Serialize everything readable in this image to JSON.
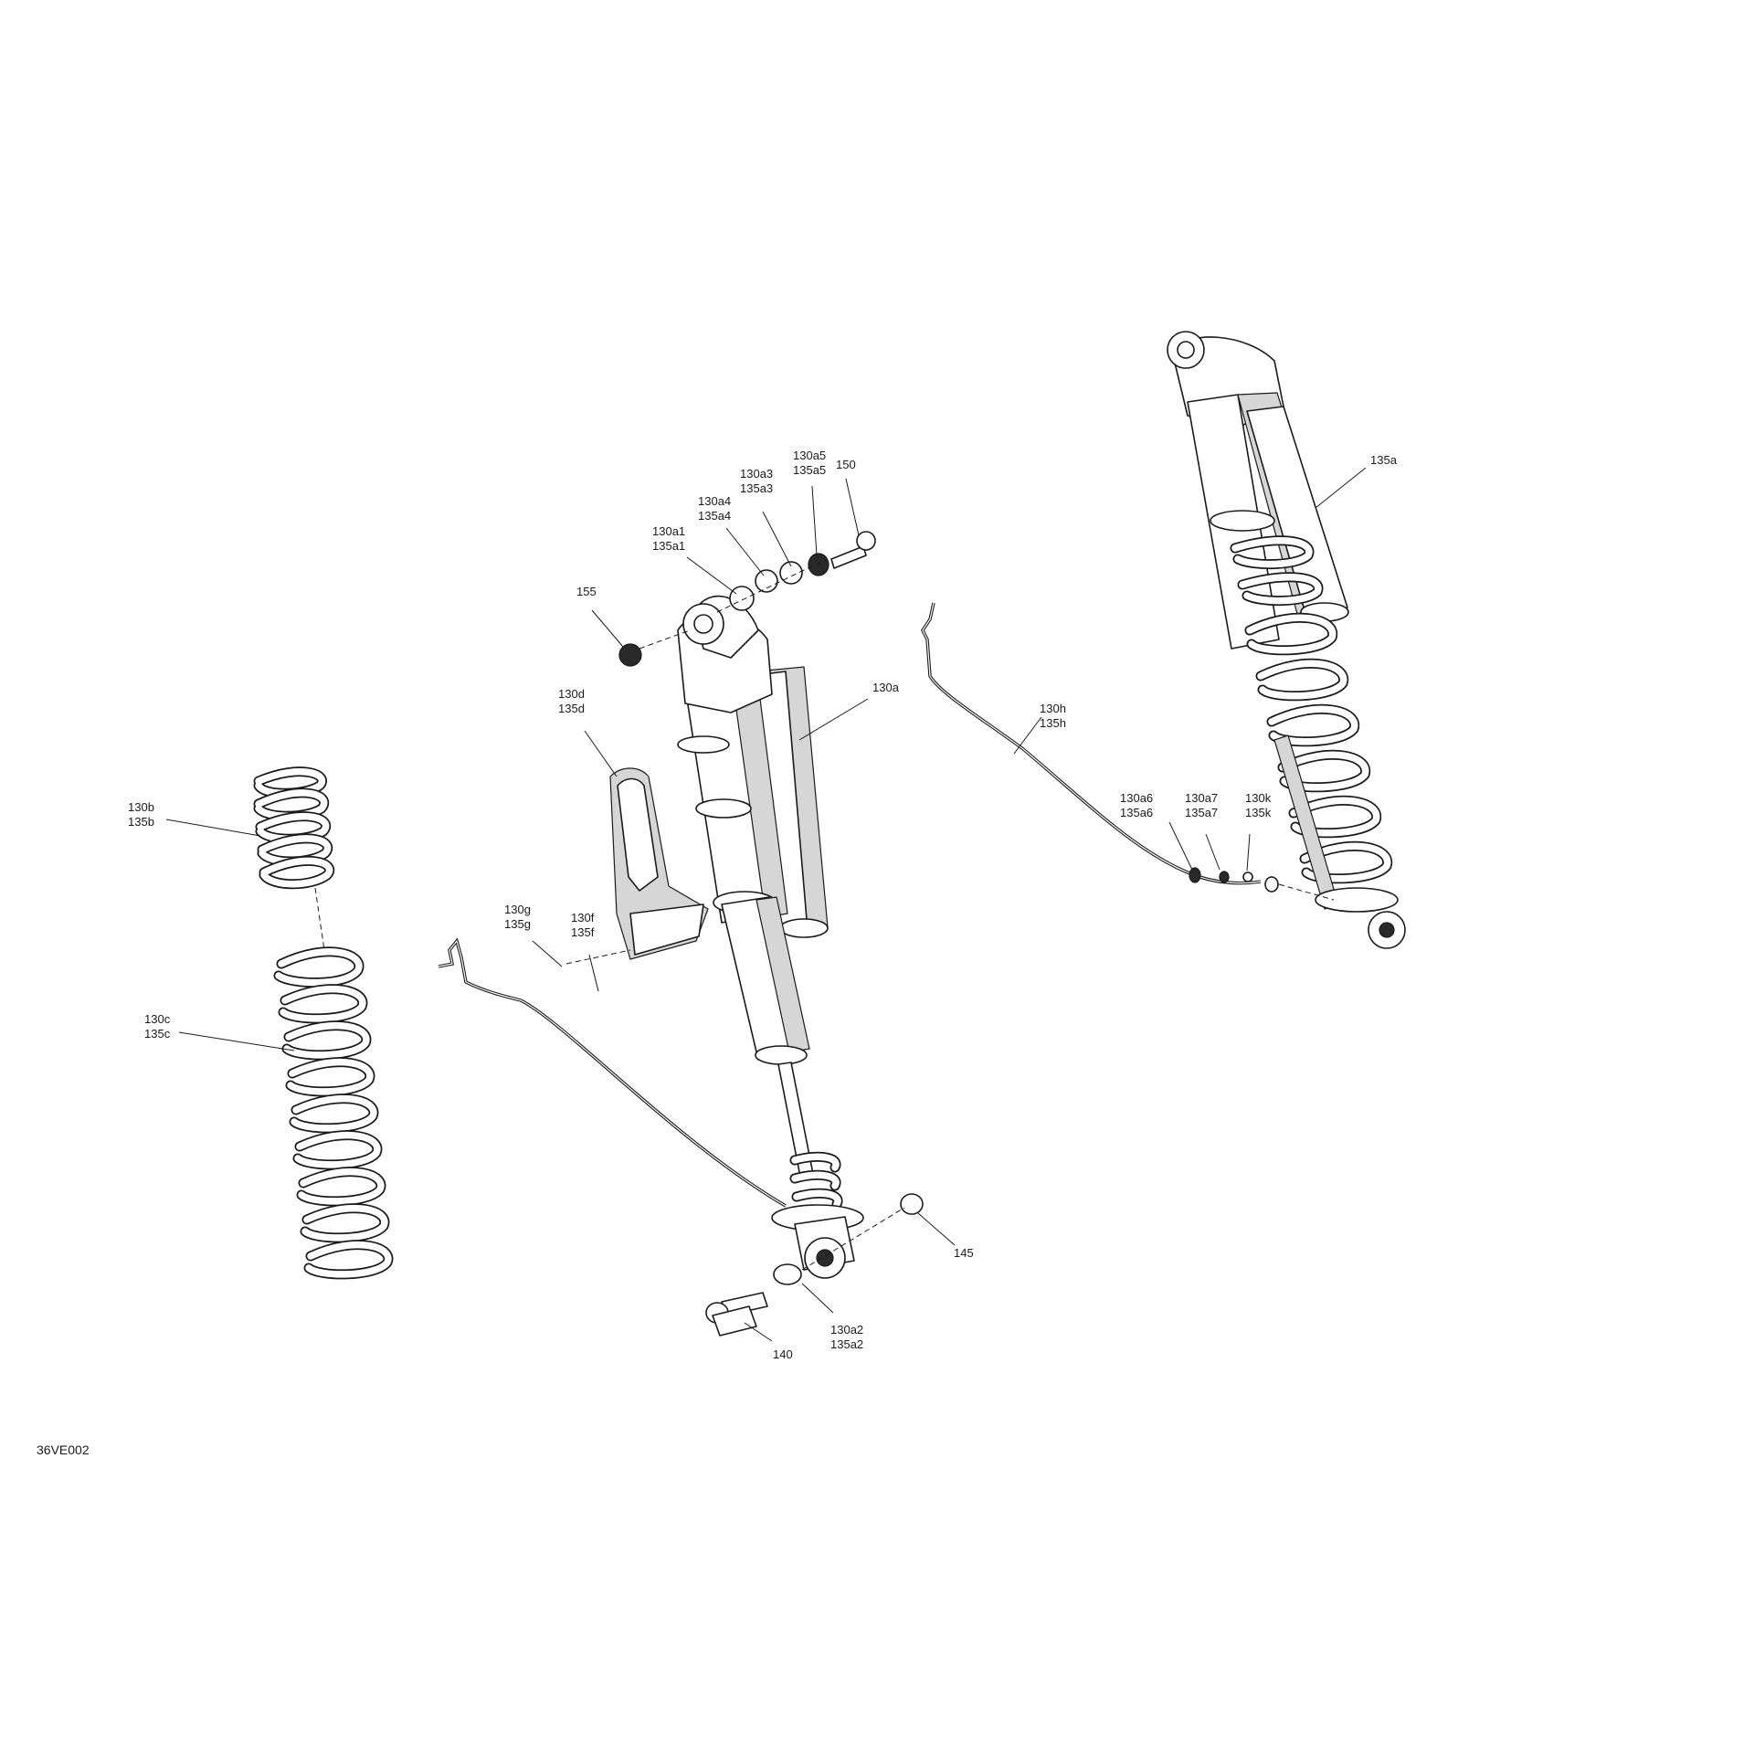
{
  "diagram": {
    "reference_code": "36VE002",
    "callouts": [
      {
        "id": "155",
        "lines": [
          "155"
        ]
      },
      {
        "id": "130a1",
        "lines": [
          "130a1",
          "135a1"
        ]
      },
      {
        "id": "130a4",
        "lines": [
          "130a4",
          "135a4"
        ]
      },
      {
        "id": "130a3",
        "lines": [
          "130a3",
          "135a3"
        ]
      },
      {
        "id": "130a5",
        "lines": [
          "130a5",
          "135a5"
        ]
      },
      {
        "id": "150",
        "lines": [
          "150"
        ]
      },
      {
        "id": "130a",
        "lines": [
          "130a"
        ]
      },
      {
        "id": "130d",
        "lines": [
          "130d",
          "135d"
        ]
      },
      {
        "id": "130f",
        "lines": [
          "130f",
          "135f"
        ]
      },
      {
        "id": "130g",
        "lines": [
          "130g",
          "135g"
        ]
      },
      {
        "id": "130b",
        "lines": [
          "130b",
          "135b"
        ]
      },
      {
        "id": "130c",
        "lines": [
          "130c",
          "135c"
        ]
      },
      {
        "id": "145",
        "lines": [
          "145"
        ]
      },
      {
        "id": "140",
        "lines": [
          "140"
        ]
      },
      {
        "id": "130a2",
        "lines": [
          "130a2",
          "135a2"
        ]
      },
      {
        "id": "130h",
        "lines": [
          "130h",
          "135h"
        ]
      },
      {
        "id": "130a6",
        "lines": [
          "130a6",
          "135a6"
        ]
      },
      {
        "id": "130a7",
        "lines": [
          "130a7",
          "135a7"
        ]
      },
      {
        "id": "130k",
        "lines": [
          "130k",
          "135k"
        ]
      },
      {
        "id": "135a",
        "lines": [
          "135a"
        ]
      }
    ]
  }
}
